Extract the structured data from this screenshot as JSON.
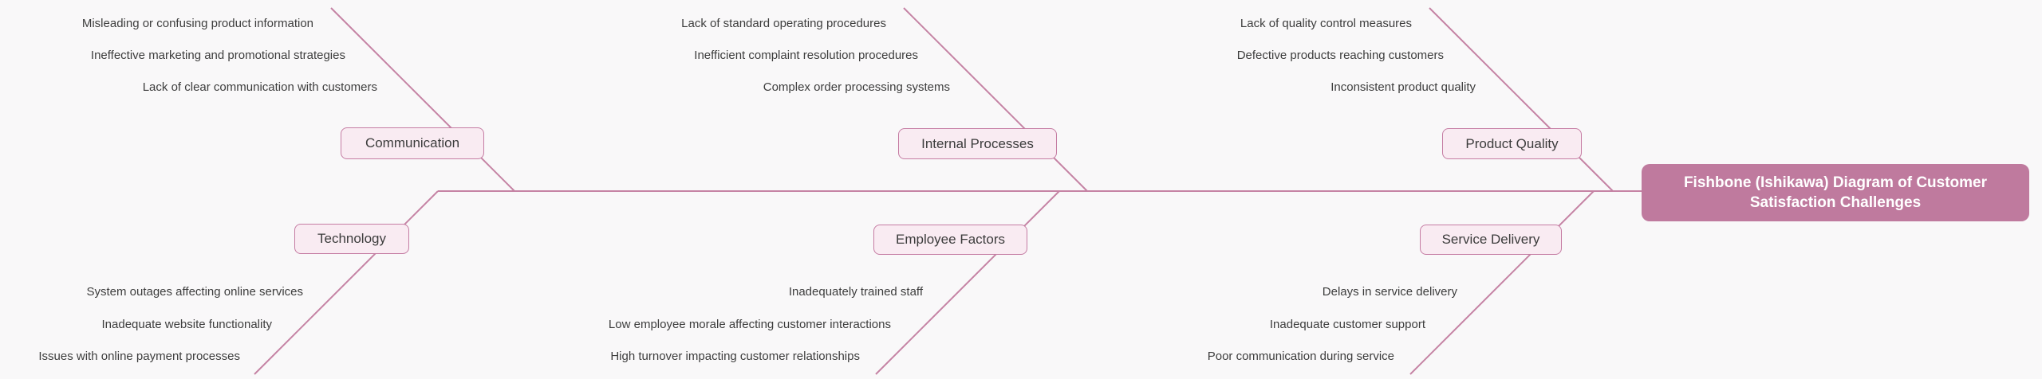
{
  "title": {
    "line1": "Fishbone (Ishikawa) Diagram of Customer",
    "line2": "Satisfaction Challenges"
  },
  "colors": {
    "accent_line": "#c583a4",
    "category_border": "#c57ca3",
    "category_fill": "#f9ebf2",
    "head_fill": "#bf7a9e",
    "head_text": "#ffffff",
    "background": "#f9f8f9",
    "text": "#3d3d3d"
  },
  "bones": [
    {
      "label": "Communication",
      "side": "top",
      "causes": [
        "Misleading or confusing product information",
        "Ineffective marketing and promotional strategies",
        "Lack of clear communication with customers"
      ]
    },
    {
      "label": "Internal Processes",
      "side": "top",
      "causes": [
        "Lack of standard operating procedures",
        "Inefficient complaint resolution procedures",
        "Complex order processing systems"
      ]
    },
    {
      "label": "Product Quality",
      "side": "top",
      "causes": [
        "Lack of quality control measures",
        "Defective products reaching customers",
        "Inconsistent product quality"
      ]
    },
    {
      "label": "Technology",
      "side": "bottom",
      "causes": [
        "System outages affecting online services",
        "Inadequate website functionality",
        "Issues with online payment processes"
      ]
    },
    {
      "label": "Employee Factors",
      "side": "bottom",
      "causes": [
        "Inadequately trained staff",
        "Low employee morale affecting customer interactions",
        "High turnover impacting customer relationships"
      ]
    },
    {
      "label": "Service Delivery",
      "side": "bottom",
      "causes": [
        "Delays in service delivery",
        "Inadequate customer support",
        "Poor communication during service"
      ]
    }
  ]
}
